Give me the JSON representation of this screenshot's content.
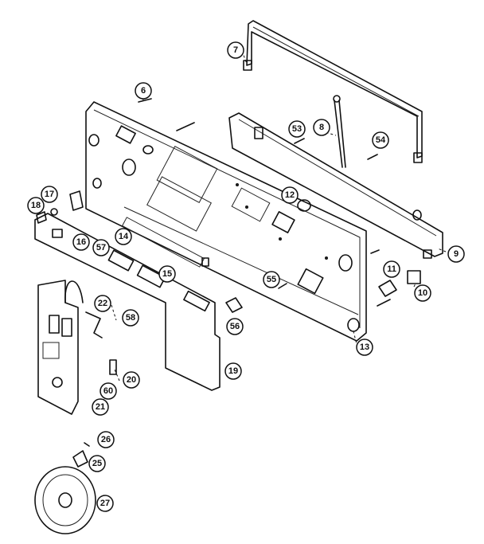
{
  "callouts": [
    {
      "id": "6",
      "label": "6"
    },
    {
      "id": "7",
      "label": "7"
    },
    {
      "id": "8",
      "label": "8"
    },
    {
      "id": "9",
      "label": "9"
    },
    {
      "id": "10",
      "label": "10"
    },
    {
      "id": "11",
      "label": "11"
    },
    {
      "id": "12",
      "label": "12"
    },
    {
      "id": "13",
      "label": "13"
    },
    {
      "id": "14",
      "label": "14"
    },
    {
      "id": "15",
      "label": "15"
    },
    {
      "id": "16",
      "label": "16"
    },
    {
      "id": "17",
      "label": "17"
    },
    {
      "id": "18",
      "label": "18"
    },
    {
      "id": "19",
      "label": "19"
    },
    {
      "id": "20",
      "label": "20"
    },
    {
      "id": "21",
      "label": "21"
    },
    {
      "id": "22",
      "label": "22"
    },
    {
      "id": "25",
      "label": "25"
    },
    {
      "id": "26",
      "label": "26"
    },
    {
      "id": "27",
      "label": "27"
    },
    {
      "id": "53",
      "label": "53"
    },
    {
      "id": "54",
      "label": "54"
    },
    {
      "id": "55",
      "label": "55"
    },
    {
      "id": "56",
      "label": "56"
    },
    {
      "id": "57",
      "label": "57"
    },
    {
      "id": "58",
      "label": "58"
    },
    {
      "id": "60",
      "label": "60"
    }
  ]
}
